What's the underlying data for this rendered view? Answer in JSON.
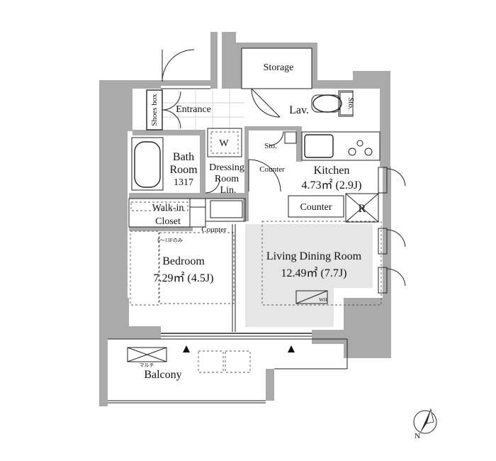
{
  "rooms": {
    "storage": "Storage",
    "shoes_box": "Shoes box",
    "entrance": "Entrance",
    "lavatory": "Lav.",
    "storage_small_right": "Sto.",
    "washer": "W",
    "storage_small_center": "Sto.",
    "counter_dressing": "Counter",
    "bath_line1": "Bath",
    "bath_line2": "Room",
    "bath_size": "1317",
    "dressing_line1": "Dressing",
    "dressing_line2": "Room",
    "linen": "Lin.",
    "kitchen": "Kitchen",
    "kitchen_area": "4.73㎡ (2.9J)",
    "kitchen_counter": "Counter",
    "refrigerator": "R",
    "walk_in_line1": "Walk-in",
    "walk_in_line2": "Closet",
    "counter_closet": "Counter",
    "floor_note": "6～13Fのみ",
    "bedroom": "Bedroom",
    "bedroom_area": "7.29㎡ (4.5J)",
    "living": "Living Dining Room",
    "living_area": "12.49㎡ (7.7J)",
    "water_heater": "WH",
    "multi_hook": "マルチ",
    "balcony": "Balcony"
  },
  "compass": {
    "label": "N"
  },
  "colors": {
    "wall": "#aaaaaa",
    "ink": "#222222",
    "floor_shade": "#e6e6e6"
  }
}
